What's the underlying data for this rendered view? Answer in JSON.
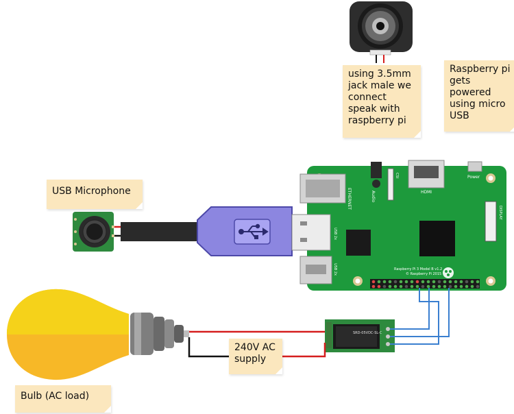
{
  "notes": {
    "speaker": "using 3.5mm jack male we connect speak with raspberry pi",
    "power": "Raspberry pi gets powered using micro USB",
    "microphone": "USB Microphone",
    "supply": "240V AC supply",
    "bulb": "Bulb (AC load)"
  },
  "board_labels": {
    "ethernet": "ETHERNET",
    "audio": "Audio",
    "hdmi": "HDMI",
    "power": "Power",
    "display": "DISPLAY",
    "camera": "CSI",
    "usb_top": "USB 2x",
    "usb_bottom": "USB 2x",
    "model": "Raspberry Pi 3 Model B v1.2",
    "copyright": "© Raspberry Pi 2015"
  },
  "relay_label": "SRD-05VDC-SL-C",
  "colors": {
    "board": "#1d9a3c",
    "usb_plug": "#8c86e0",
    "bulb_yellow": "#f5d21a",
    "bulb_orange": "#f7b827",
    "note_bg": "#fbe7be",
    "wire_red": "#d51e1e",
    "wire_blue": "#3a7fd0"
  }
}
